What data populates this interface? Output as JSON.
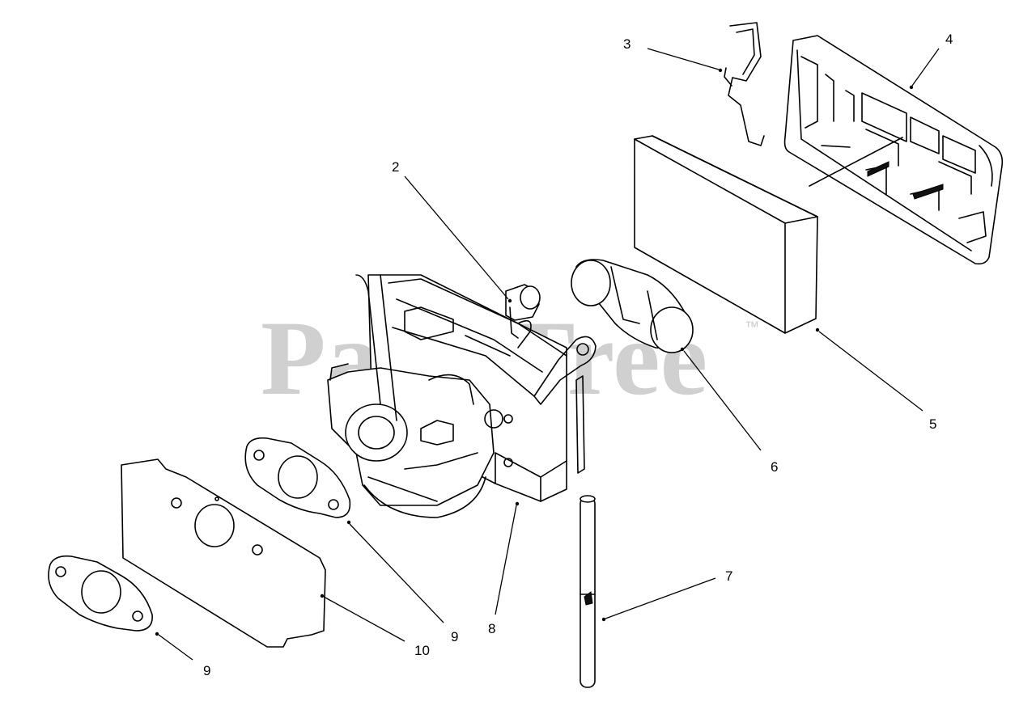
{
  "watermark": {
    "text": "PartsTree",
    "trademark": "™"
  },
  "callouts": {
    "c2": "2",
    "c3": "3",
    "c4": "4",
    "c5": "5",
    "c6": "6",
    "c7": "7",
    "c8": "8",
    "c9_mid": "9",
    "c9_low": "9",
    "c10": "10"
  },
  "colors": {
    "line": "#000000",
    "watermark": "#c8c8c8",
    "background": "#ffffff"
  }
}
